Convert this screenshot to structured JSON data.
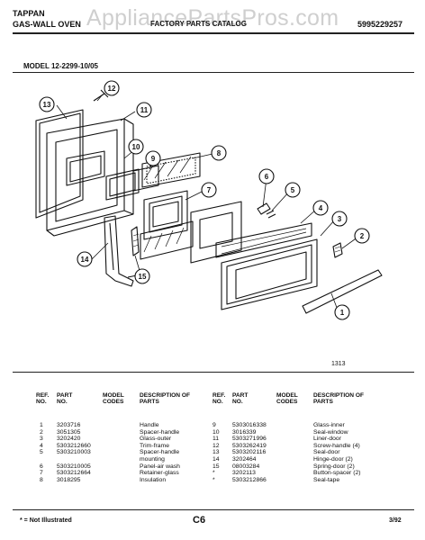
{
  "header": {
    "brand": "TAPPAN",
    "product": "GAS-WALL OVEN",
    "center_title": "FACTORY PARTS CATALOG",
    "catalog_number": "5995229257",
    "watermark": "AppliancePartsPros.com"
  },
  "model": "MODEL 12-2299-10/05",
  "figure_number": "1313",
  "callouts": [
    "1",
    "2",
    "3",
    "4",
    "5",
    "6",
    "7",
    "8",
    "9",
    "10",
    "11",
    "12",
    "13",
    "14",
    "15"
  ],
  "table": {
    "headers": {
      "ref": "REF. NO.",
      "part": "PART NO.",
      "codes": "MODEL CODES",
      "desc": "DESCRIPTION OF PARTS"
    },
    "left": [
      {
        "ref": "1",
        "part": "3203716",
        "desc": "Handle"
      },
      {
        "ref": "2",
        "part": "3051305",
        "desc": "Spacer-handle"
      },
      {
        "ref": "3",
        "part": "3202420",
        "desc": "Glass-outer"
      },
      {
        "ref": "4",
        "part": "5303212660",
        "desc": "Trim-frame"
      },
      {
        "ref": "5",
        "part": "5303210003",
        "desc": "Spacer-handle"
      },
      {
        "ref": "",
        "part": "",
        "desc": "mounting"
      },
      {
        "ref": "6",
        "part": "5303210005",
        "desc": "Panel-air wash"
      },
      {
        "ref": "7",
        "part": "5303212664",
        "desc": "Retainer-glass"
      },
      {
        "ref": "8",
        "part": "3018295",
        "desc": "Insulation"
      }
    ],
    "right": [
      {
        "ref": "9",
        "part": "5303016338",
        "desc": "Glass-inner"
      },
      {
        "ref": "10",
        "part": "3016339",
        "desc": "Seal-window"
      },
      {
        "ref": "11",
        "part": "5303271996",
        "desc": "Liner-door"
      },
      {
        "ref": "12",
        "part": "5303262419",
        "desc": "Screw-handle (4)"
      },
      {
        "ref": "13",
        "part": "5303202116",
        "desc": "Seal-door"
      },
      {
        "ref": "14",
        "part": "3202464",
        "desc": "Hinge-door (2)"
      },
      {
        "ref": "15",
        "part": "08003284",
        "desc": "Spring-door (2)"
      },
      {
        "ref": "*",
        "part": "3202113",
        "desc": "Button-spacer (2)"
      },
      {
        "ref": "*",
        "part": "5303212866",
        "desc": "Seal-tape"
      }
    ]
  },
  "footer": {
    "note": "* = Not Illustrated",
    "page": "C6",
    "date": "3/92"
  }
}
